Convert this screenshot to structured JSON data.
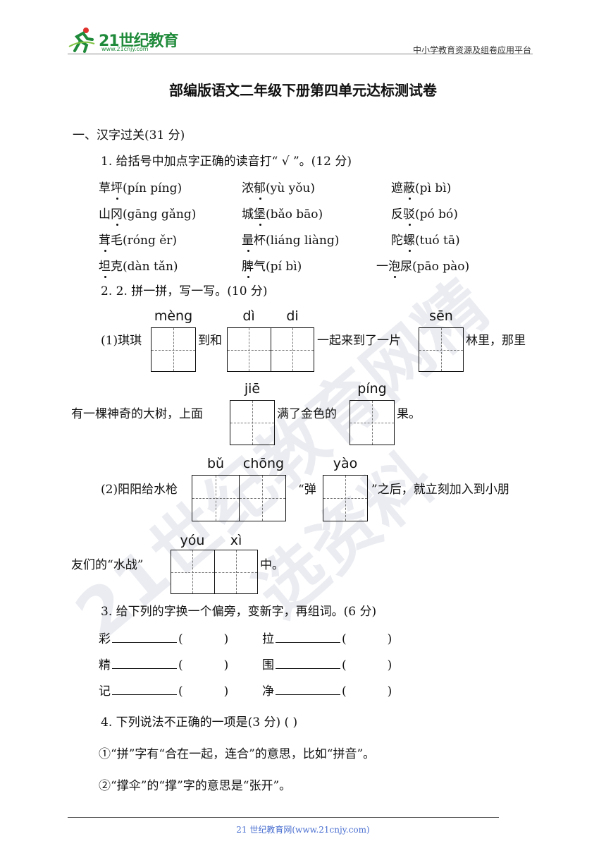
{
  "header": {
    "logo_text": "21世纪教育",
    "logo_url": "www.21cnjy.com",
    "right_text": "中小学教育资源及组卷应用平台"
  },
  "title": "部编版语文二年级下册第四单元达标测试卷",
  "section1": {
    "heading": "一、汉字过关(31 分)",
    "q1": {
      "prompt": "1. 给括号中加点字正确的读音打“ √ ”。(12 分)",
      "items": [
        "草坪(pín  píng)",
        "浓郁(yù  yǒu)",
        "遮蔽(pì  bì)",
        "山冈(gāng  gǎng)",
        "城堡(bǎo  bāo)",
        "反驳(pó  bó)",
        "茸毛(róng  ěr)",
        "量杯(liáng  liàng)",
        "陀螺(tuó  tā)",
        "坦克(dàn  tǎn)",
        "脾气(pí  bì)",
        "一泡尿(pāo  pào)"
      ]
    },
    "q2": {
      "prompt": "2. 2. 拼一拼，写一写。(10 分)",
      "line1": {
        "a": "(1)琪琪",
        "b": "到和",
        "c": "一起来到了一片",
        "d": "林里，那里"
      },
      "line2": {
        "a": "有一棵神奇的大树，上面",
        "b": "满了金色的",
        "c": "果。"
      },
      "line3": {
        "a": "(2)阳阳给水枪",
        "b": "“弹",
        "c": "”之后，就立刻加入到小朋"
      },
      "line4": {
        "a": "友们的“水战”",
        "b": "中。"
      },
      "pinyin": {
        "meng": "mèng",
        "di1": "dì",
        "di2": "di",
        "sen": "sēn",
        "jie": "jiē",
        "ping": "píng",
        "bu": "bǔ",
        "chong": "chōng",
        "yao": "yào",
        "you": "yóu",
        "xi": "xì"
      }
    },
    "q3": {
      "prompt": "3. 给下列的字换一个偏旁，变新字，再组词。(6 分)",
      "chars": [
        "彩",
        "拉",
        "精",
        "围",
        "记",
        "净"
      ],
      "paren_open": "(",
      "paren_close": ")"
    },
    "q4": {
      "prompt": "4. 下列说法不正确的一项是(3 分)  (     )",
      "options": [
        "①“拼”字有“合在一起，连合”的意思，比如“拼音”。",
        "②“撑伞”的“撑”字的意思是“张开”。"
      ]
    }
  },
  "watermark": "21世纪教育网精选资料",
  "footer": "21 世纪教育网(www.21cnjy.com)"
}
